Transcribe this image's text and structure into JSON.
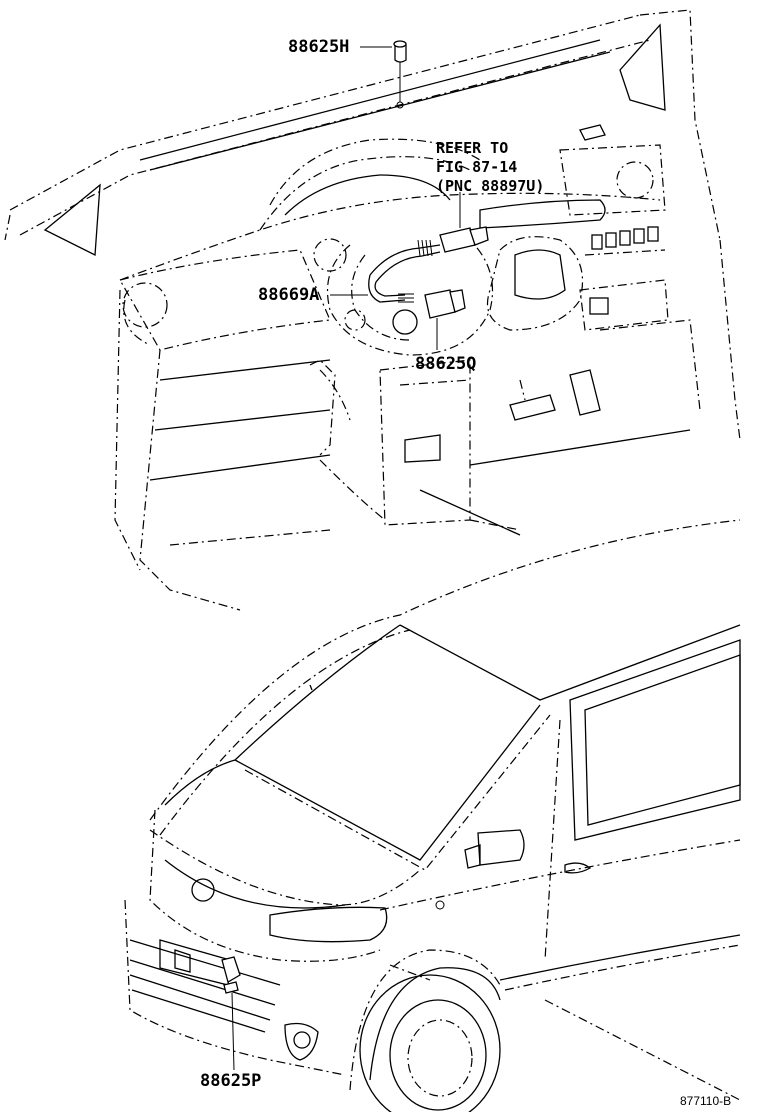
{
  "callouts": {
    "p88625h": "88625H",
    "p88669a": "88669A",
    "p88625q": "88625Q",
    "p88625p": "88625P"
  },
  "reference": {
    "line1": "REFER TO",
    "line2": "FIG 87-14",
    "line3": "(PNC 88897U)"
  },
  "figure_number": "877110-B",
  "colors": {
    "ink": "#000000",
    "paper": "#ffffff"
  }
}
